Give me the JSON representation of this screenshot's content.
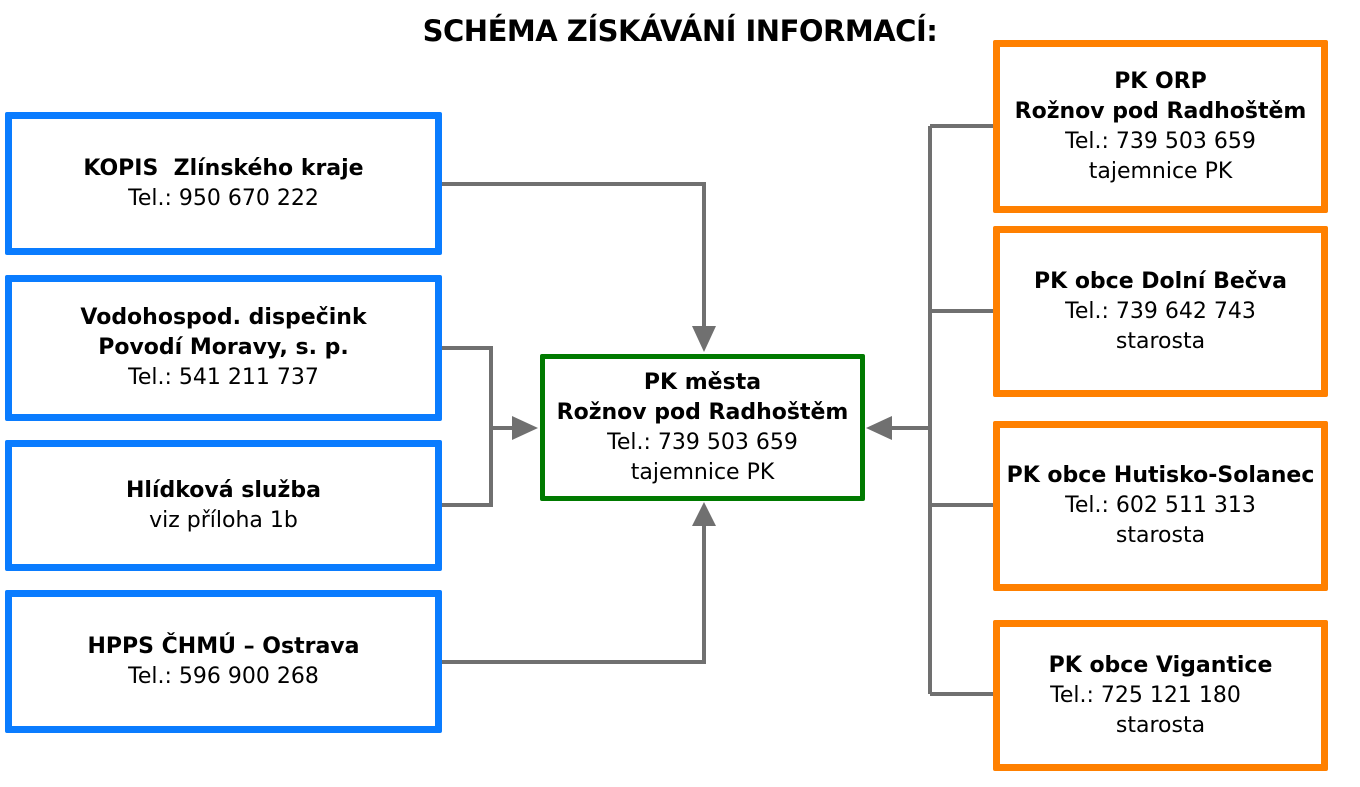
{
  "title": "SCHÉMA ZÍSKÁVÁNÍ INFORMACÍ:",
  "colors": {
    "source": "#0a7cff",
    "center": "#007a00",
    "municipality": "#ff8000",
    "connector": "#707070"
  },
  "sources": [
    {
      "name": [
        "KOPIS  Zlínského kraje"
      ],
      "detail": [
        "Tel.: 950 670 222"
      ]
    },
    {
      "name": [
        "Vodohospod. dispečink",
        "Povodí Moravy, s. p."
      ],
      "detail": [
        "Tel.: 541 211 737"
      ]
    },
    {
      "name": [
        "Hlídková služba"
      ],
      "detail": [
        "viz příloha 1b"
      ]
    },
    {
      "name": [
        "HPPS ČHMÚ – Ostrava"
      ],
      "detail": [
        "Tel.: 596 900 268"
      ]
    }
  ],
  "center": {
    "name": [
      "PK města",
      "Rožnov pod Radhoštěm"
    ],
    "detail": [
      "Tel.: 739 503 659",
      "tajemnice PK"
    ]
  },
  "municipalities": [
    {
      "name": [
        "PK ORP",
        "Rožnov pod Radhoštěm"
      ],
      "detail": [
        "Tel.: 739 503 659",
        "tajemnice PK"
      ]
    },
    {
      "name": [
        "PK obce Dolní Bečva"
      ],
      "detail": [
        "Tel.: 739 642 743",
        "starosta"
      ]
    },
    {
      "name": [
        "PK obce Hutisko-Solanec"
      ],
      "detail": [
        "Tel.: 602 511 313",
        "starosta"
      ]
    },
    {
      "name": [
        "PK obce Vigantice"
      ],
      "detail": [
        "Tel.: 725 121 180",
        "starosta"
      ]
    }
  ]
}
